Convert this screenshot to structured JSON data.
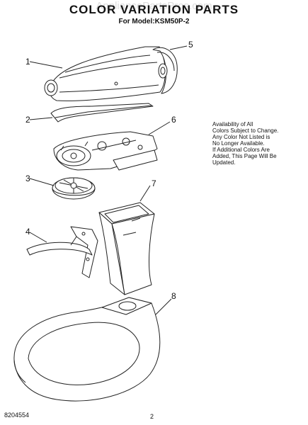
{
  "header": {
    "watermark": "AppliancePartsPros.com",
    "title": "COLOR VARIATION PARTS",
    "subtitle": "For Model:KSM50P-2"
  },
  "note": {
    "lines": [
      "Availability of All",
      "Colors Subject to Change.",
      "Any Color Not Listed is",
      "No Longer Available.",
      "If Additional Colors Are",
      "Added, This Page Will Be",
      "Updated."
    ]
  },
  "callouts": [
    "1",
    "2",
    "3",
    "4",
    "5",
    "6",
    "7",
    "8"
  ],
  "footer": {
    "code": "8204554",
    "page": "2"
  },
  "colors": {
    "line": "#222222",
    "fill": "#ffffff",
    "watermark": "#c8c8c8"
  }
}
